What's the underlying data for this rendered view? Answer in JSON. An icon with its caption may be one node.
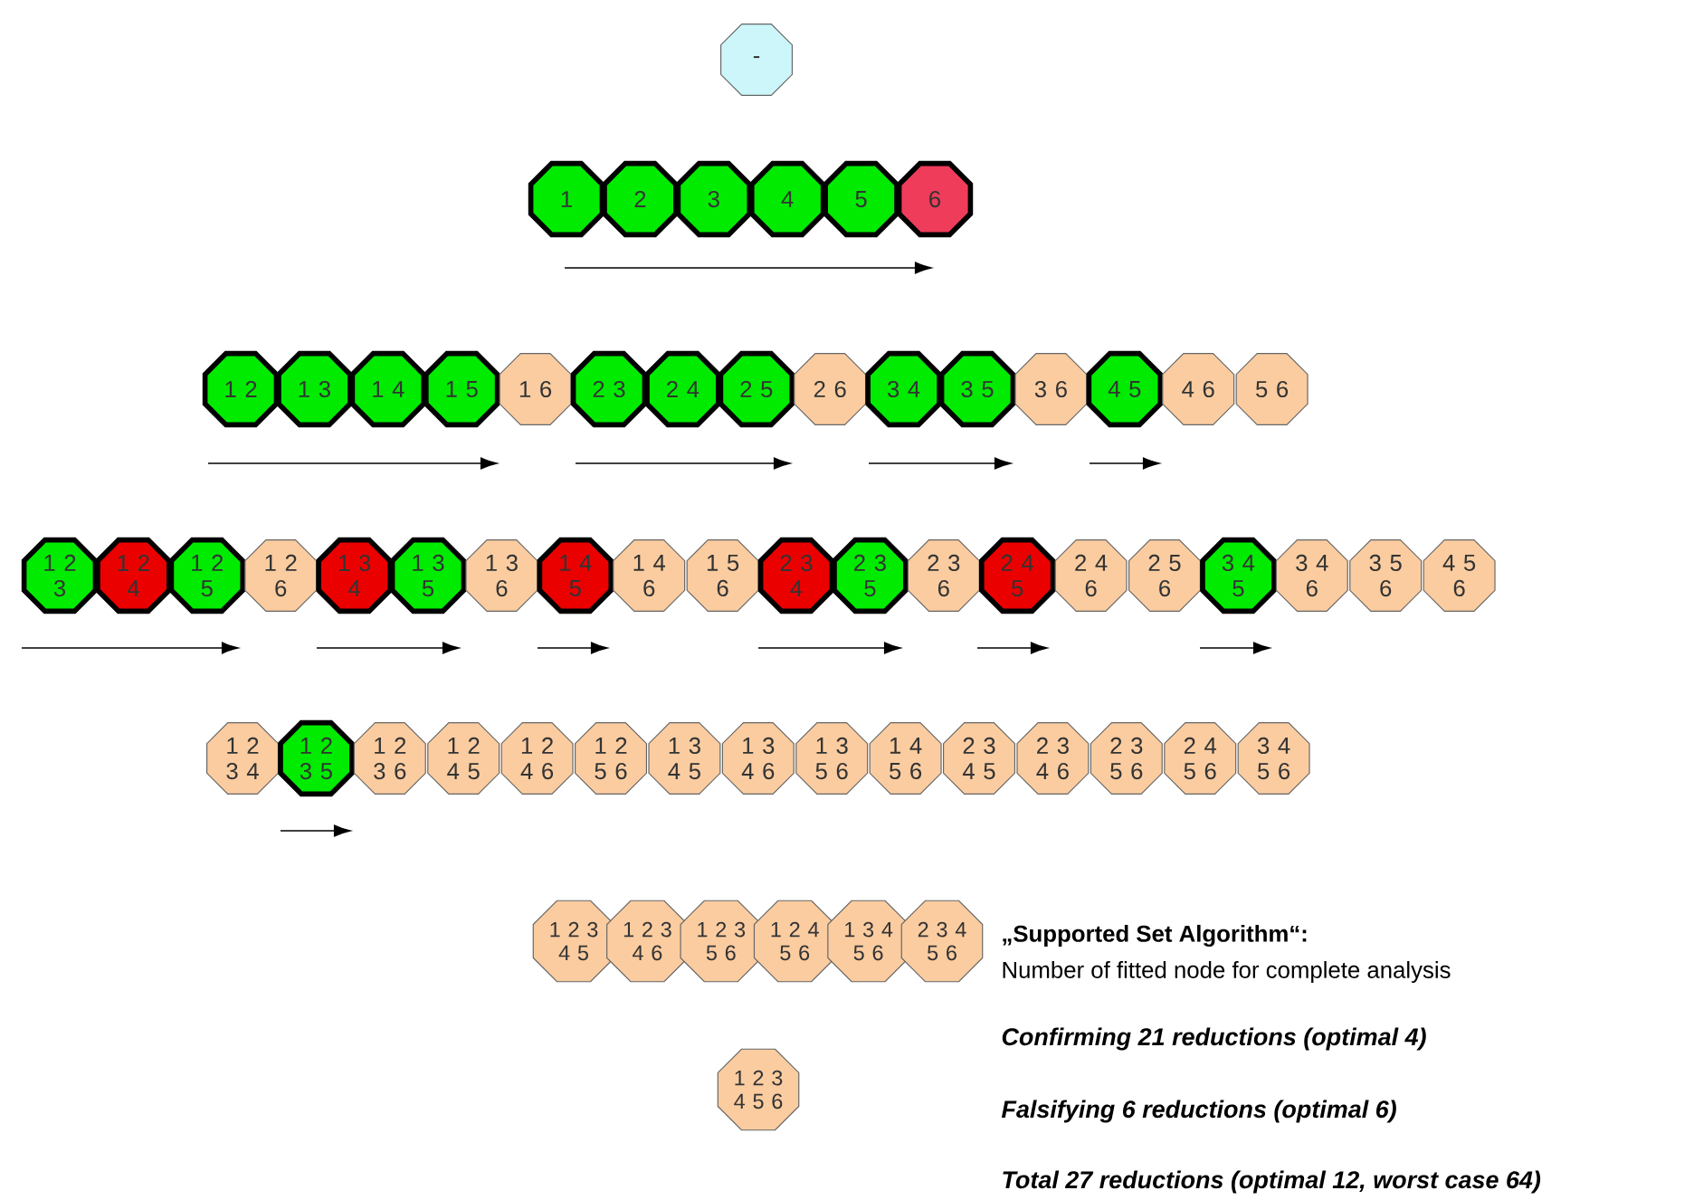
{
  "diagram": {
    "nodes": [
      {
        "text": [
          "-"
        ]
      },
      {
        "text": [
          "1"
        ]
      },
      {
        "text": [
          "2"
        ]
      },
      {
        "text": [
          "3"
        ]
      },
      {
        "text": [
          "4"
        ]
      },
      {
        "text": [
          "5"
        ]
      },
      {
        "text": [
          "6"
        ]
      },
      {
        "text": [
          "1 2"
        ]
      },
      {
        "text": [
          "1 3"
        ]
      },
      {
        "text": [
          "1 4"
        ]
      },
      {
        "text": [
          "1 5"
        ]
      },
      {
        "text": [
          "1 6"
        ]
      },
      {
        "text": [
          "2 3"
        ]
      },
      {
        "text": [
          "2 4"
        ]
      },
      {
        "text": [
          "2 5"
        ]
      },
      {
        "text": [
          "2 6"
        ]
      },
      {
        "text": [
          "3 4"
        ]
      },
      {
        "text": [
          "3 5"
        ]
      },
      {
        "text": [
          "3 6"
        ]
      },
      {
        "text": [
          "4 5"
        ]
      },
      {
        "text": [
          "4 6"
        ]
      },
      {
        "text": [
          "5 6"
        ]
      },
      {
        "text": [
          "1 2 3"
        ]
      },
      {
        "text": [
          "1 2 4"
        ]
      },
      {
        "text": [
          "1 2 5"
        ]
      },
      {
        "text": [
          "1 2 6"
        ]
      },
      {
        "text": [
          "1 3 4"
        ]
      },
      {
        "text": [
          "1 3 5"
        ]
      },
      {
        "text": [
          "1 3 6"
        ]
      },
      {
        "text": [
          "1 4 5"
        ]
      },
      {
        "text": [
          "1 4 6"
        ]
      },
      {
        "text": [
          "1 5 6"
        ]
      },
      {
        "text": [
          "2 3 4"
        ]
      },
      {
        "text": [
          "2 3 5"
        ]
      },
      {
        "text": [
          "2 3 6"
        ]
      },
      {
        "text": [
          "2 4 5"
        ]
      },
      {
        "text": [
          "2 4 6"
        ]
      },
      {
        "text": [
          "2 5 6"
        ]
      },
      {
        "text": [
          "3 4 5"
        ]
      },
      {
        "text": [
          "3 4 6"
        ]
      },
      {
        "text": [
          "3 5 6"
        ]
      },
      {
        "text": [
          "4 5 6"
        ]
      },
      {
        "text": [
          "1 2 3 4"
        ]
      },
      {
        "text": [
          "1 2 3 5"
        ]
      },
      {
        "text": [
          "1 2 3 6"
        ]
      },
      {
        "text": [
          "1 2 4 5"
        ]
      },
      {
        "text": [
          "1 2 4 6"
        ]
      },
      {
        "text": [
          "1 2 5 6"
        ]
      },
      {
        "text": [
          "1 3 4 5"
        ]
      },
      {
        "text": [
          "1 3 4 6"
        ]
      },
      {
        "text": [
          "1 3 5 6"
        ]
      },
      {
        "text": [
          "1 4 5 6"
        ]
      },
      {
        "text": [
          "2 3 4 5"
        ]
      },
      {
        "text": [
          "2 3 4 6"
        ]
      },
      {
        "text": [
          "2 3 5 6"
        ]
      },
      {
        "text": [
          "2 4 5 6"
        ]
      },
      {
        "text": [
          "3 4 5 6"
        ]
      },
      {
        "text": [
          "1 2 3 4 5"
        ]
      },
      {
        "text": [
          "1 2 3 4 6"
        ]
      },
      {
        "text": [
          "1 2 3 5 6"
        ]
      },
      {
        "text": [
          "1 2 4 5 6"
        ]
      },
      {
        "text": [
          "1 3 4 5 6"
        ]
      },
      {
        "text": [
          "2 3 4 5 6"
        ]
      },
      {
        "text": [
          "1 2 3 4 5 6"
        ]
      }
    ],
    "labels": [
      "„Supported Set Algorithm“:",
      "Number of fitted node for complete analysis",
      "Confirming 21 reductions  (optimal 4)",
      "Falsifying 6 reductions (optimal 6)",
      "Total 27 reductions (optimal 12, worst case 64)"
    ]
  }
}
